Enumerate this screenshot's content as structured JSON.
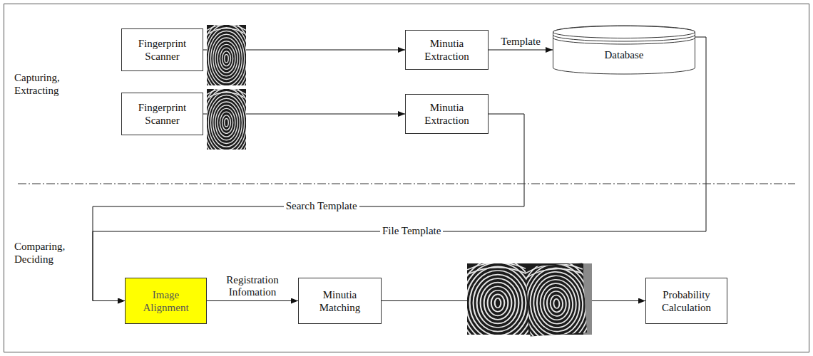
{
  "diagram": {
    "nodes": [
      {
        "text": [
          "Fingerprint Scanner"
        ]
      },
      {
        "text": [
          "Minutia Extraction"
        ]
      },
      {
        "text": [
          "Database"
        ]
      },
      {
        "text": [
          "Fingerprint Scanner"
        ]
      },
      {
        "text": [
          "Minutia Extraction"
        ]
      },
      {
        "text": [
          "Image Alignment"
        ]
      },
      {
        "text": [
          "Minutia Matching"
        ]
      },
      {
        "text": [
          "Probability Calculation"
        ]
      }
    ],
    "edges": [
      {
        "from": 0,
        "to": 1,
        "arrow": "to"
      },
      {
        "from": 1,
        "to": 2,
        "label": "Template",
        "arrow": "to"
      },
      {
        "from": 3,
        "to": 4,
        "arrow": "to"
      },
      {
        "from": 4,
        "to": 5,
        "label": "Search Template",
        "arrow": "to"
      },
      {
        "from": 2,
        "to": 5,
        "label": "File Template",
        "arrow": "to"
      },
      {
        "from": 5,
        "to": 6,
        "label": "Registration Infomation",
        "arrow": "to"
      },
      {
        "from": 6,
        "to": 7,
        "arrow": "to"
      }
    ],
    "labels": [
      "Capturing, Extracting",
      "Comparing, Deciding"
    ]
  }
}
